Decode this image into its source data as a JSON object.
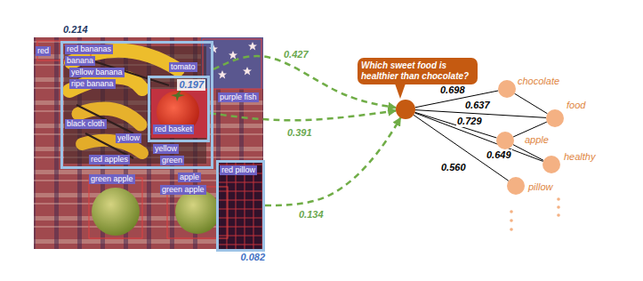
{
  "diagram": {
    "nodes": [
      {
        "text": [
          "0.214"
        ]
      },
      {
        "text": [
          "0.197"
        ],
        "in": 0
      },
      {
        "text": [
          "0.082"
        ]
      },
      {
        "text": [
          "Which sweet food is healthier than chocolate?"
        ]
      },
      {
        "text": [
          "chocolate"
        ]
      },
      {
        "text": [
          "food"
        ]
      },
      {
        "text": [
          "apple"
        ]
      },
      {
        "text": [
          "healthy"
        ]
      },
      {
        "text": [
          "pillow"
        ]
      }
    ],
    "edges": [
      {
        "from": 0,
        "to": 3,
        "arrow": "to",
        "label": "0.427"
      },
      {
        "from": 1,
        "to": 3,
        "arrow": "to",
        "label": "0.391"
      },
      {
        "from": 2,
        "to": 3,
        "arrow": "to",
        "label": "0.134"
      },
      {
        "from": 3,
        "to": 4,
        "arrow": "none",
        "label": "0.698"
      },
      {
        "from": 3,
        "to": 5,
        "arrow": "none",
        "label": "0.637"
      },
      {
        "from": 3,
        "to": 6,
        "arrow": "none",
        "label": "0.729"
      },
      {
        "from": 3,
        "to": 7,
        "arrow": "none",
        "label": "0.649"
      },
      {
        "from": 3,
        "to": 8,
        "arrow": "none",
        "label": "0.560"
      },
      {
        "from": 4,
        "to": 5,
        "arrow": "none"
      },
      {
        "from": 6,
        "to": 5,
        "arrow": "none"
      },
      {
        "from": 6,
        "to": 7,
        "arrow": "none"
      }
    ],
    "labels": [
      "red",
      "red bananas",
      "banana",
      "yellow banana",
      "ripe banana",
      "tomato",
      "purple fish",
      "black cloth",
      "yellow",
      "red basket",
      "yellow",
      "red apples",
      "green",
      "apple",
      "green apple",
      "green apple",
      "red pillow"
    ]
  }
}
